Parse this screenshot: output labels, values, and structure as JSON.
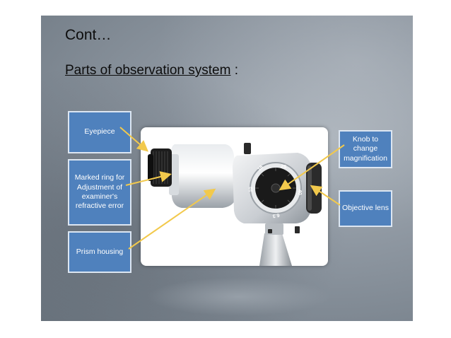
{
  "slide": {
    "cont_title": "Cont…",
    "heading": "Parts of observation system",
    "heading_suffix": " :"
  },
  "callouts": {
    "eyepiece": "Eyepiece",
    "marked_ring": [
      "Marked ring for",
      "Adjustment of",
      "examiner's",
      "refractive error"
    ],
    "prism_housing": "Prism housing",
    "knob": [
      "Knob to",
      "change",
      "magnification"
    ],
    "objective_lens": "Objective lens"
  },
  "dial_marks": [
    "10",
    "16",
    "25",
    "40",
    "6.3"
  ],
  "colors": {
    "callout_fill": "#4f81bd",
    "callout_border": "#dce6f2",
    "arrow": "#f2c94c"
  }
}
